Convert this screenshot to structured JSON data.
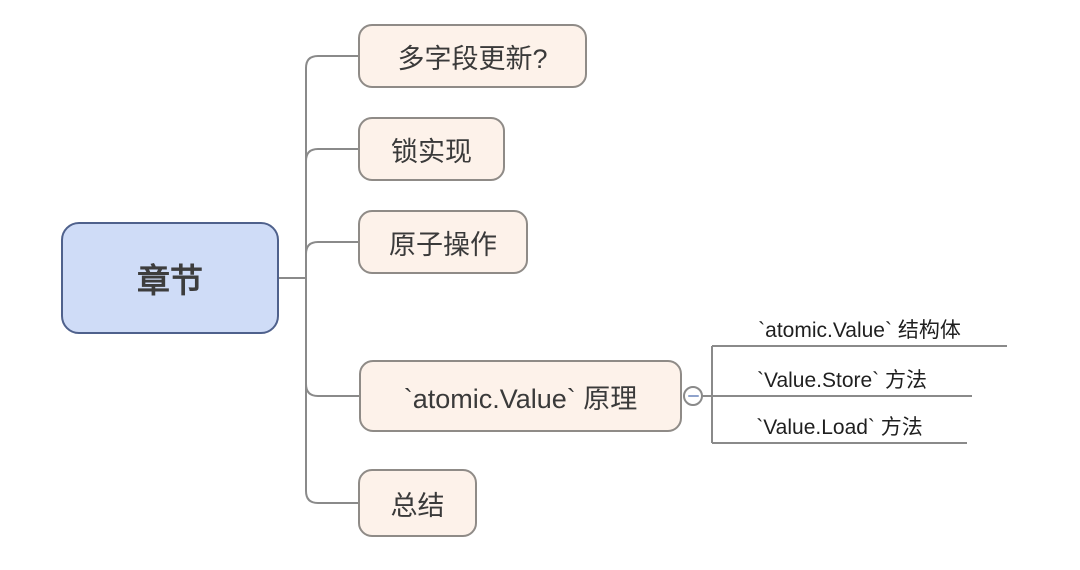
{
  "mindmap": {
    "root": {
      "label": "章节"
    },
    "children": [
      {
        "label": "多字段更新?"
      },
      {
        "label": "锁实现"
      },
      {
        "label": "原子操作"
      },
      {
        "label": "`atomic.Value` 原理",
        "collapsed": false,
        "collapse_icon": "minus-icon",
        "children": [
          {
            "label": "`atomic.Value` 结构体"
          },
          {
            "label": "`Value.Store` 方法"
          },
          {
            "label": "`Value.Load` 方法"
          }
        ]
      },
      {
        "label": "总结"
      }
    ],
    "colors": {
      "root_fill": "#cfdcf7",
      "root_border": "#4f618c",
      "branch_fill": "#fdf2ea",
      "branch_border": "#8f8b87",
      "connector": "#8a8a8a",
      "minus_sign": "#8fa3cc",
      "root_text": "#3d3d3d",
      "branch_text": "#3a3a3a",
      "leaf_text": "#1f1f1f"
    }
  }
}
